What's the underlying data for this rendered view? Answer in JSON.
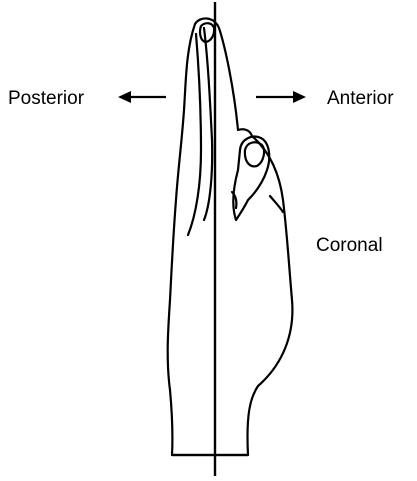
{
  "labels": {
    "posterior": "Posterior",
    "anterior": "Anterior",
    "coronal": "Coronal"
  },
  "colors": {
    "line": "#000000",
    "background": "#ffffff"
  },
  "icons": {
    "left_arrow": "arrow-left-icon",
    "right_arrow": "arrow-right-icon"
  }
}
